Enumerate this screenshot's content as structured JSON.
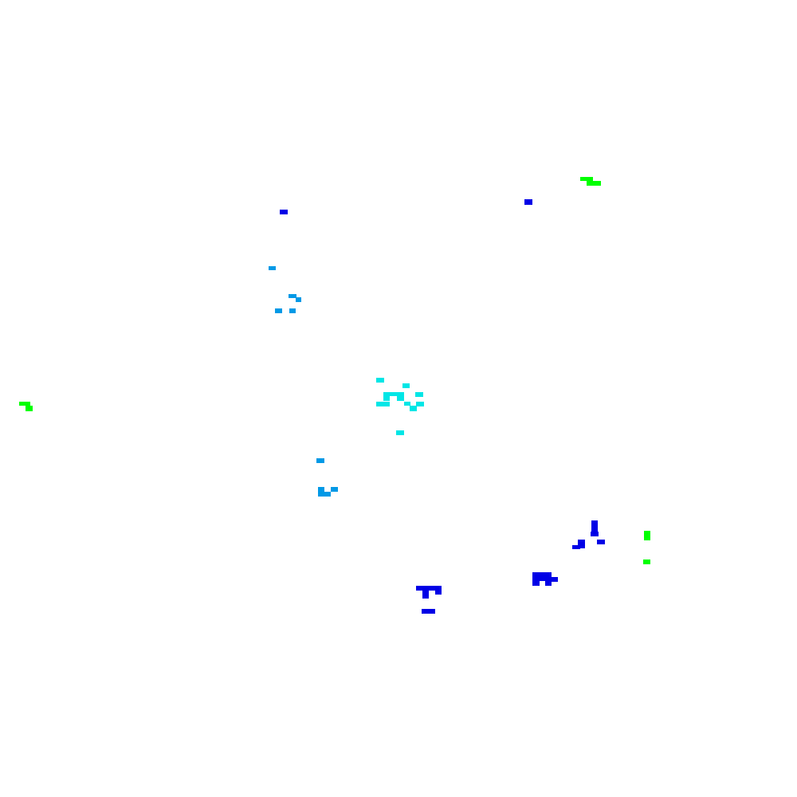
{
  "palette": {
    "background": "#ffffff",
    "dark_blue": "#0000e6",
    "sky_blue": "#0099e6",
    "cyan": "#00e6e6",
    "green": "#00ff00"
  },
  "clusters": [
    {
      "name": "cluster-green-top-right",
      "color": "green"
    },
    {
      "name": "cluster-blue-top-right",
      "color": "dark_blue"
    },
    {
      "name": "cluster-blue-top-left",
      "color": "dark_blue"
    },
    {
      "name": "cluster-skyblue-upper",
      "color": "sky_blue"
    },
    {
      "name": "cluster-green-left",
      "color": "green"
    },
    {
      "name": "cluster-cyan-center",
      "color": "cyan"
    },
    {
      "name": "cluster-skyblue-lower",
      "color": "sky_blue"
    },
    {
      "name": "cluster-blue-bottom-right",
      "color": "dark_blue"
    },
    {
      "name": "cluster-green-right",
      "color": "green"
    },
    {
      "name": "cluster-blue-bottom",
      "color": "dark_blue"
    }
  ]
}
